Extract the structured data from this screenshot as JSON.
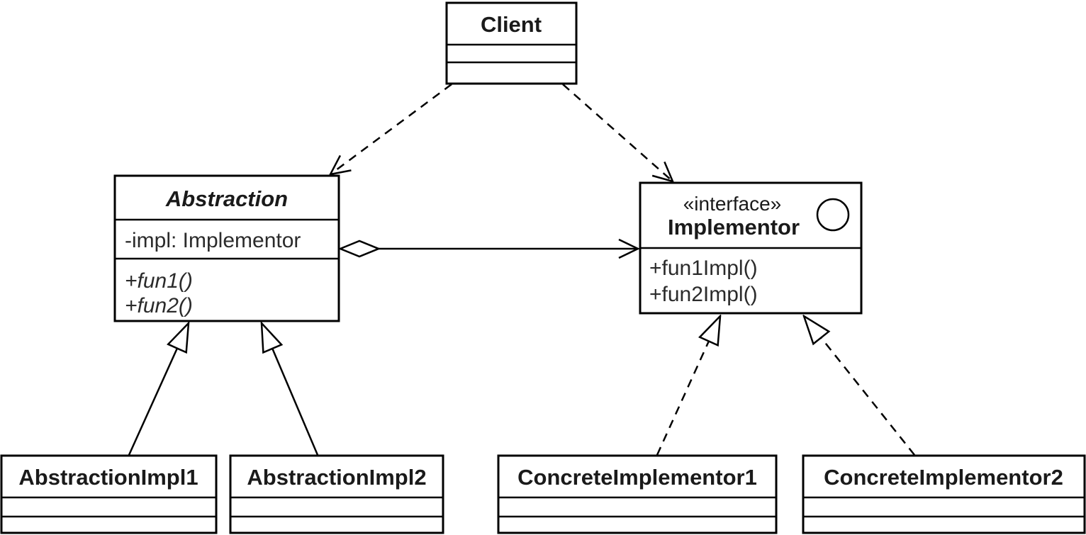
{
  "diagram": {
    "kind": "uml-class-diagram",
    "pattern": "Bridge",
    "colors": {
      "background": "#ffffff",
      "stroke": "#000000",
      "text": "#1a1a1a",
      "stereotype_text": "#4d4d4d"
    },
    "classes": {
      "client": {
        "name": "Client"
      },
      "abstraction": {
        "name": "Abstraction",
        "attributes": [
          "-impl: Implementor"
        ],
        "methods": [
          "+fun1()",
          "+fun2()"
        ]
      },
      "implementor": {
        "stereotype": "«interface»",
        "name": "Implementor",
        "methods": [
          "+fun1Impl()",
          "+fun2Impl()"
        ]
      },
      "abstraction_impl1": {
        "name": "AbstractionImpl1"
      },
      "abstraction_impl2": {
        "name": "AbstractionImpl2"
      },
      "concrete_implementor1": {
        "name": "ConcreteImplementor1"
      },
      "concrete_implementor2": {
        "name": "ConcreteImplementor2"
      }
    },
    "relationships": [
      {
        "from": "Client",
        "to": "Abstraction",
        "type": "dependency",
        "line": "dashed",
        "head": "open-arrow"
      },
      {
        "from": "Client",
        "to": "Implementor",
        "type": "dependency",
        "line": "dashed",
        "head": "open-arrow"
      },
      {
        "from": "Abstraction",
        "to": "Implementor",
        "type": "aggregation",
        "line": "solid",
        "tail": "hollow-diamond",
        "head": "open-arrow"
      },
      {
        "from": "AbstractionImpl1",
        "to": "Abstraction",
        "type": "generalization",
        "line": "solid",
        "head": "hollow-triangle"
      },
      {
        "from": "AbstractionImpl2",
        "to": "Abstraction",
        "type": "generalization",
        "line": "solid",
        "head": "hollow-triangle"
      },
      {
        "from": "ConcreteImplementor1",
        "to": "Implementor",
        "type": "realization",
        "line": "dashed",
        "head": "hollow-triangle"
      },
      {
        "from": "ConcreteImplementor2",
        "to": "Implementor",
        "type": "realization",
        "line": "dashed",
        "head": "hollow-triangle"
      }
    ]
  }
}
